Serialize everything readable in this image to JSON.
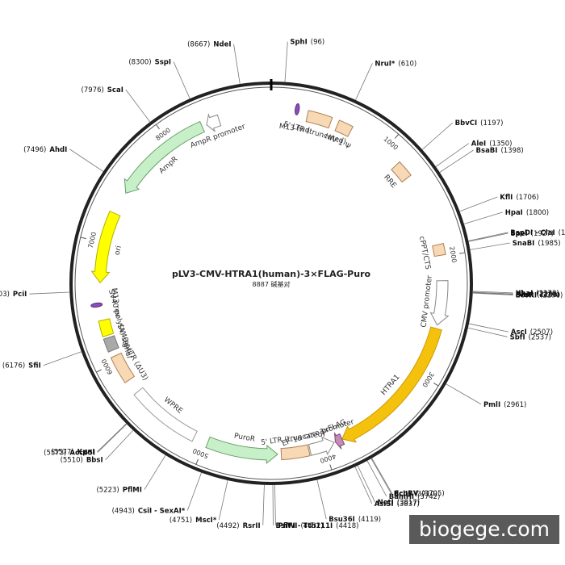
{
  "plasmid": {
    "name": "pLV3-CMV-HTRA1(human)-3×FLAG-Puro",
    "size": 8887,
    "size_label": "8887 碱基对"
  },
  "ticks": [
    {
      "pos": 1000,
      "label": "1000"
    },
    {
      "pos": 2000,
      "label": "2000"
    },
    {
      "pos": 3000,
      "label": "3000"
    },
    {
      "pos": 4000,
      "label": "4000"
    },
    {
      "pos": 5000,
      "label": "5000"
    },
    {
      "pos": 6000,
      "label": "6000"
    },
    {
      "pos": 7000,
      "label": "7000"
    },
    {
      "pos": 8000,
      "label": "8000"
    }
  ],
  "features": [
    {
      "name": "CMV promoter",
      "start": 2200,
      "end": 2570,
      "kind": "arrow",
      "dir": 1,
      "fill": "#ffffff",
      "stroke": "#888888"
    },
    {
      "name": "HTRA1",
      "start": 2600,
      "end": 3840,
      "kind": "arrow",
      "dir": 1,
      "fill": "#f4c20d",
      "stroke": "#d09a00"
    },
    {
      "name": "3xFLAG",
      "start": 3840,
      "end": 3900,
      "kind": "arrow",
      "dir": 1,
      "fill": "#c48ab8",
      "stroke": "#7a4a70"
    },
    {
      "name": "EF-1α core promoter",
      "start": 3910,
      "end": 4120,
      "kind": "arrow",
      "dir": -1,
      "fill": "#ffffff",
      "stroke": "#888888"
    },
    {
      "name": "5' LTR (truncated)",
      "start": 4130,
      "end": 4360,
      "kind": "box",
      "fill": "#f8d9b6",
      "stroke": "#b08050"
    },
    {
      "name": "PuroR",
      "start": 4390,
      "end": 4980,
      "kind": "arrow",
      "dir": -1,
      "fill": "#c8f0c8",
      "stroke": "#6aa06a"
    },
    {
      "name": "WPRE",
      "start": 5100,
      "end": 5700,
      "kind": "box",
      "fill": "#ffffff",
      "stroke": "#999999"
    },
    {
      "name": "3' LTR (ΔU3)",
      "start": 5820,
      "end": 6050,
      "kind": "box",
      "fill": "#f8d9b6",
      "stroke": "#b08050"
    },
    {
      "name": "SV40 ori",
      "start": 6100,
      "end": 6210,
      "kind": "box",
      "fill": "#a9a9a9",
      "stroke": "#777777"
    },
    {
      "name": "SV40 poly(A) signal",
      "start": 6230,
      "end": 6360,
      "kind": "box",
      "fill": "#ffff00",
      "stroke": "#b0b000"
    },
    {
      "name": "M13 rev",
      "start": 6480,
      "end": 6500,
      "kind": "primer",
      "fill": "#8a4fb6",
      "stroke": "#5c2b80"
    },
    {
      "name": "ori",
      "start": 6670,
      "end": 7260,
      "kind": "arrow",
      "dir": -1,
      "fill": "#ffff00",
      "stroke": "#b0b000"
    },
    {
      "name": "AmpR",
      "start": 7450,
      "end": 8300,
      "kind": "arrow",
      "dir": -1,
      "fill": "#c8f0c8",
      "stroke": "#6aa06a"
    },
    {
      "name": "AmpR promoter",
      "start": 8340,
      "end": 8450,
      "kind": "arrow",
      "dir": -1,
      "fill": "#ffffff",
      "stroke": "#888888"
    },
    {
      "name": "M13 fwd",
      "start": 200,
      "end": 220,
      "kind": "primer",
      "fill": "#8a4fb6",
      "stroke": "#5c2b80"
    },
    {
      "name": "5' LTR (truncated)",
      "start": 300,
      "end": 500,
      "kind": "box",
      "fill": "#f8d9b6",
      "stroke": "#b08050"
    },
    {
      "name": "HIV-1 Ψ",
      "start": 560,
      "end": 680,
      "kind": "box",
      "fill": "#f8d9b6",
      "stroke": "#b08050"
    },
    {
      "name": "RRE",
      "start": 1150,
      "end": 1290,
      "kind": "box",
      "fill": "#f8d9b6",
      "stroke": "#b08050"
    },
    {
      "name": "cPPT/CTS",
      "start": 1900,
      "end": 1990,
      "kind": "box",
      "fill": "#f8d9b6",
      "stroke": "#b08050"
    }
  ],
  "sites": [
    {
      "name": "SphI",
      "pos": "(96)"
    },
    {
      "name": "NdeI",
      "pos": "(8667)"
    },
    {
      "name": "SspI",
      "pos": "(8300)"
    },
    {
      "name": "ScaI",
      "pos": "(7976)"
    },
    {
      "name": "AhdI",
      "pos": "(7496)"
    },
    {
      "name": "PciI",
      "pos": "(6603)"
    },
    {
      "name": "SfiI",
      "pos": "(6176)"
    },
    {
      "name": "KpnI",
      "pos": "(5577)"
    },
    {
      "name": "Acc65I",
      "pos": "(5573)"
    },
    {
      "name": "BbsI",
      "pos": "(5510)"
    },
    {
      "name": "PflMI",
      "pos": "(5223)"
    },
    {
      "name": "CsiI - SexAI*",
      "pos": "(4943)"
    },
    {
      "name": "MscI*",
      "pos": "(4751)"
    },
    {
      "name": "RsrII",
      "pos": "(4492)"
    },
    {
      "name": "BsiWI",
      "pos": "(4432)"
    },
    {
      "name": "PflFI - Tth111I",
      "pos": "(4418)"
    },
    {
      "name": "Bsu36I",
      "pos": "(4119)"
    },
    {
      "name": "AsiSI",
      "pos": "(3837)"
    },
    {
      "name": "NotI",
      "pos": "(3817)"
    },
    {
      "name": "BamHI",
      "pos": "(3742)"
    },
    {
      "name": "BclI*",
      "pos": "(3710)"
    },
    {
      "name": "EcoRV",
      "pos": "(3705)"
    },
    {
      "name": "PmlI",
      "pos": "(2961)"
    },
    {
      "name": "SbfI",
      "pos": "(2537)"
    },
    {
      "name": "AscI",
      "pos": "(2507)"
    },
    {
      "name": "EcoRI",
      "pos": "(2290)"
    },
    {
      "name": "BmtI",
      "pos": "(2288)"
    },
    {
      "name": "NheI",
      "pos": "(2284)"
    },
    {
      "name": "XbaI",
      "pos": "(2278)"
    },
    {
      "name": "SnaBI",
      "pos": "(1985)"
    },
    {
      "name": "SpeI",
      "pos": "(1927)"
    },
    {
      "name": "BspDI - ClaI",
      "pos": "(1922)"
    },
    {
      "name": "HpaI",
      "pos": "(1800)"
    },
    {
      "name": "KflI",
      "pos": "(1706)"
    },
    {
      "name": "BsaBI",
      "pos": "(1398)"
    },
    {
      "name": "AleI",
      "pos": "(1350)"
    },
    {
      "name": "BbvCI",
      "pos": "(1197)"
    },
    {
      "name": "NruI*",
      "pos": "(610)"
    }
  ],
  "watermark": "biogege.com"
}
